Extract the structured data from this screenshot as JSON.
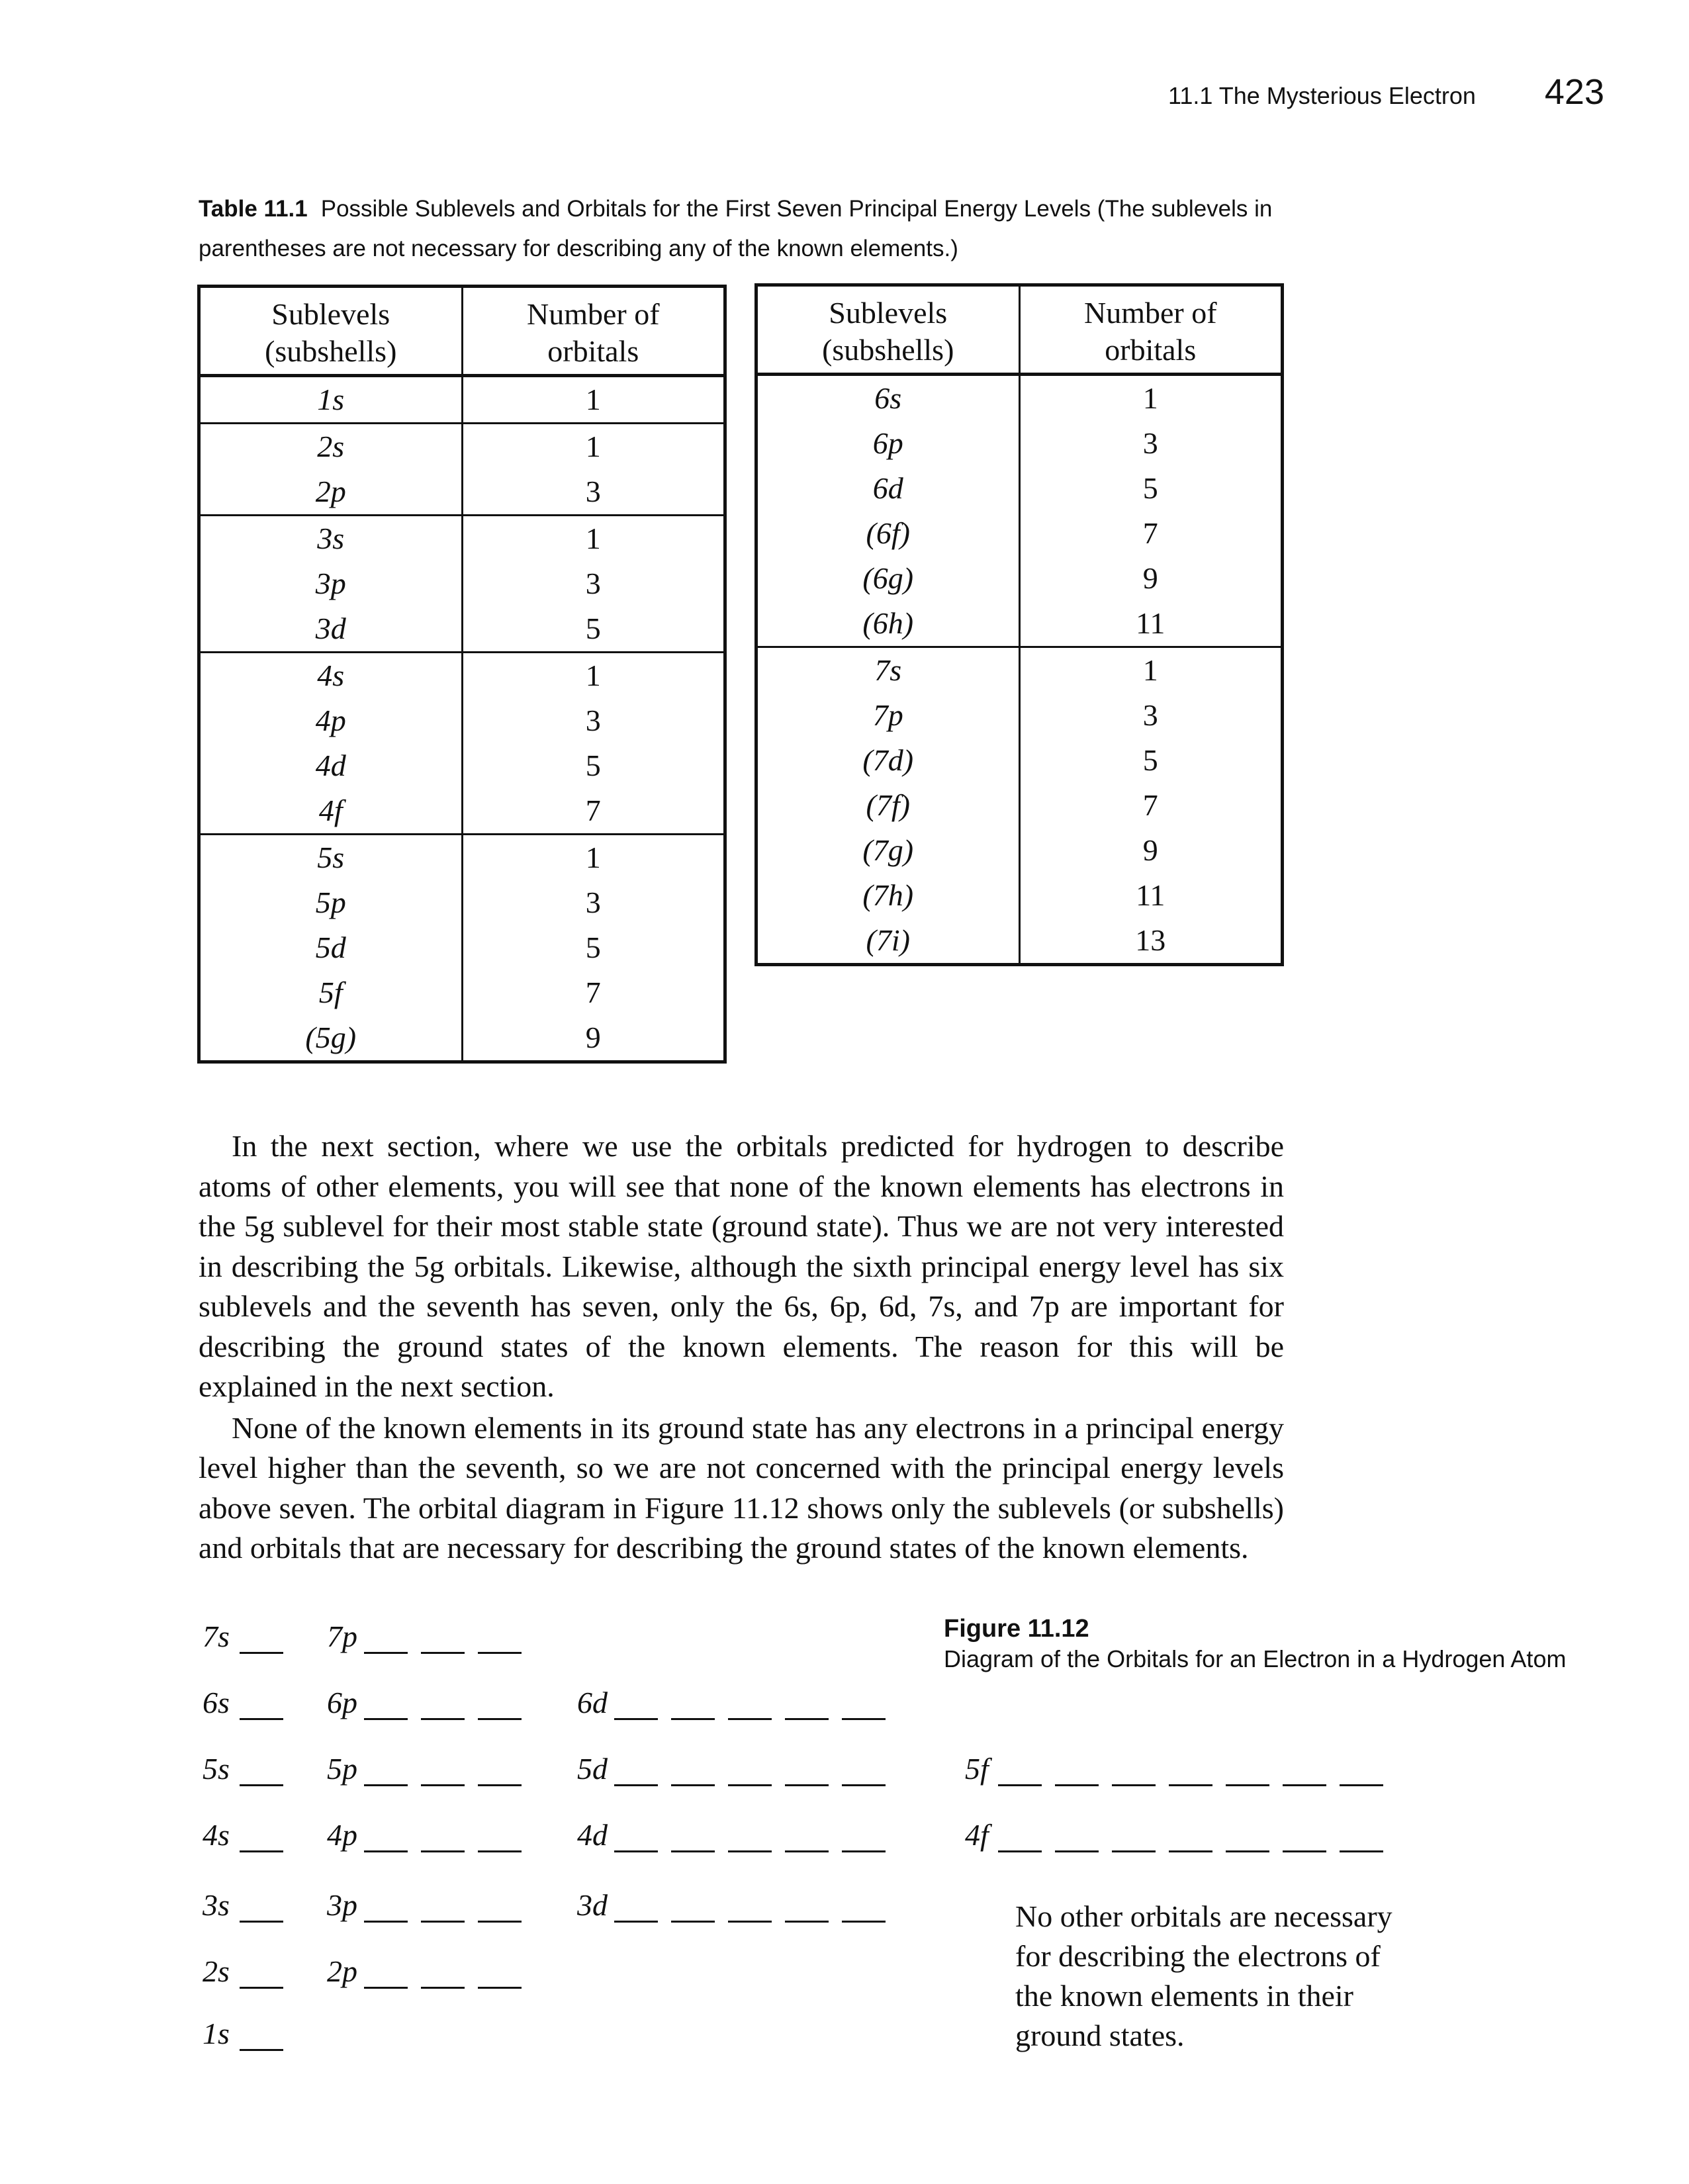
{
  "header": {
    "section_title": "11.1 The Mysterious Electron",
    "page_number": "423"
  },
  "table_caption": {
    "label": "Table 11.1",
    "text": "Possible Sublevels and Orbitals for the First Seven Principal Energy Levels (The sublevels in parentheses are not necessary for describing any of the known elements.)"
  },
  "table_headers": {
    "sublevels_line1": "Sublevels",
    "sublevels_line2": "(subshells)",
    "orbitals_line1": "Number of",
    "orbitals_line2": "orbitals"
  },
  "table_left_rows": [
    {
      "sub": "1s",
      "n": "1",
      "group_start": true
    },
    {
      "sub": "2s",
      "n": "1",
      "group_start": true
    },
    {
      "sub": "2p",
      "n": "3",
      "group_start": false
    },
    {
      "sub": "3s",
      "n": "1",
      "group_start": true
    },
    {
      "sub": "3p",
      "n": "3",
      "group_start": false
    },
    {
      "sub": "3d",
      "n": "5",
      "group_start": false
    },
    {
      "sub": "4s",
      "n": "1",
      "group_start": true
    },
    {
      "sub": "4p",
      "n": "3",
      "group_start": false
    },
    {
      "sub": "4d",
      "n": "5",
      "group_start": false
    },
    {
      "sub": "4f",
      "n": "7",
      "group_start": false
    },
    {
      "sub": "5s",
      "n": "1",
      "group_start": true
    },
    {
      "sub": "5p",
      "n": "3",
      "group_start": false
    },
    {
      "sub": "5d",
      "n": "5",
      "group_start": false
    },
    {
      "sub": "5f",
      "n": "7",
      "group_start": false
    },
    {
      "sub": "(5g)",
      "n": "9",
      "group_start": false
    }
  ],
  "table_right_rows": [
    {
      "sub": "6s",
      "n": "1",
      "group_start": true
    },
    {
      "sub": "6p",
      "n": "3",
      "group_start": false
    },
    {
      "sub": "6d",
      "n": "5",
      "group_start": false
    },
    {
      "sub": "(6f)",
      "n": "7",
      "group_start": false
    },
    {
      "sub": "(6g)",
      "n": "9",
      "group_start": false
    },
    {
      "sub": "(6h)",
      "n": "11",
      "group_start": false
    },
    {
      "sub": "7s",
      "n": "1",
      "group_start": true
    },
    {
      "sub": "7p",
      "n": "3",
      "group_start": false
    },
    {
      "sub": "(7d)",
      "n": "5",
      "group_start": false
    },
    {
      "sub": "(7f)",
      "n": "7",
      "group_start": false
    },
    {
      "sub": "(7g)",
      "n": "9",
      "group_start": false
    },
    {
      "sub": "(7h)",
      "n": "11",
      "group_start": false
    },
    {
      "sub": "(7i)",
      "n": "13",
      "group_start": false
    }
  ],
  "body": {
    "paragraph1": "In the next section, where we use the orbitals predicted for hydrogen to describe atoms of other elements, you will see that none of the known elements has electrons in the 5g sublevel for their most stable state (ground state). Thus we are not very interested in describing the 5g orbitals. Likewise, although the sixth principal energy level has six sublevels and the seventh has seven, only the 6s, 6p, 6d, 7s, and 7p are important for describing the ground states of the known elements. The reason for this will be explained in the next section.",
    "paragraph2": "None of the known elements in its ground state has any electrons in a principal energy level higher than the seventh, so we are not concerned with the principal energy levels above seven. The orbital diagram in Figure 11.12 shows only the sublevels (or subshells) and orbitals that are necessary for describing the ground states of the known elements."
  },
  "figure": {
    "number": "Figure 11.12",
    "title": "Diagram of the Orbitals for an Electron in a Hydrogen Atom",
    "levels": [
      {
        "label": "7s",
        "count": 1,
        "row": 0,
        "col": 0
      },
      {
        "label": "7p",
        "count": 3,
        "row": 0,
        "col": 1
      },
      {
        "label": "6s",
        "count": 1,
        "row": 1,
        "col": 0
      },
      {
        "label": "6p",
        "count": 3,
        "row": 1,
        "col": 1
      },
      {
        "label": "6d",
        "count": 5,
        "row": 1,
        "col": 2
      },
      {
        "label": "5s",
        "count": 1,
        "row": 2,
        "col": 0
      },
      {
        "label": "5p",
        "count": 3,
        "row": 2,
        "col": 1
      },
      {
        "label": "5d",
        "count": 5,
        "row": 2,
        "col": 2
      },
      {
        "label": "5f",
        "count": 7,
        "row": 2,
        "col": 3
      },
      {
        "label": "4s",
        "count": 1,
        "row": 3,
        "col": 0
      },
      {
        "label": "4p",
        "count": 3,
        "row": 3,
        "col": 1
      },
      {
        "label": "4d",
        "count": 5,
        "row": 3,
        "col": 2
      },
      {
        "label": "4f",
        "count": 7,
        "row": 3,
        "col": 3
      },
      {
        "label": "3s",
        "count": 1,
        "row": 4,
        "col": 0
      },
      {
        "label": "3p",
        "count": 3,
        "row": 4,
        "col": 1
      },
      {
        "label": "3d",
        "count": 5,
        "row": 4,
        "col": 2
      },
      {
        "label": "2s",
        "count": 1,
        "row": 5,
        "col": 0
      },
      {
        "label": "2p",
        "count": 3,
        "row": 5,
        "col": 1
      },
      {
        "label": "1s",
        "count": 1,
        "row": 6,
        "col": 0
      }
    ],
    "note": "No other orbitals are necessary for describing the electrons of the known elements in their ground states."
  }
}
